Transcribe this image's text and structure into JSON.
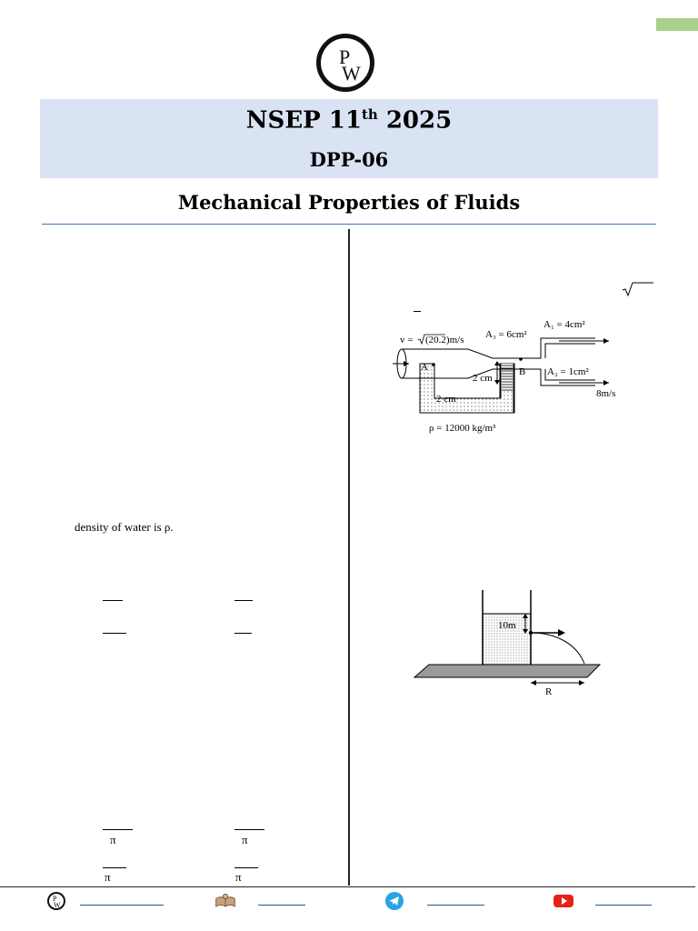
{
  "header": {
    "title_main": "NSEP 11",
    "title_sup": "th",
    "title_year": " 2025",
    "subtitle": "DPP-06",
    "subject": "Mechanical Properties of Fluids"
  },
  "left_column": {
    "density_text": "density of water is ρ.",
    "pi_symbol": "π"
  },
  "fig1": {
    "velocity": "v = ",
    "velocity_root": "(20.2)m/s",
    "a3": "A₃ = 6cm²",
    "a1": "A₁ = 4cm²",
    "a2": "A₂ = 1cm²",
    "point_a": "A",
    "point_b": "B",
    "h1": "2 cm",
    "h2": "2 cm",
    "speed_out": "8m/s",
    "density": "ρ = 12000 kg/m³"
  },
  "fig2": {
    "height": "10m",
    "range": "R"
  },
  "colors": {
    "banner": "#dae3f3",
    "rule": "#4472c4",
    "corner_tab": "#a9d18e",
    "link": "#2f5597"
  },
  "footer": {
    "icons": [
      "pw-logo-icon",
      "book-icon",
      "telegram-icon",
      "youtube-icon"
    ]
  }
}
